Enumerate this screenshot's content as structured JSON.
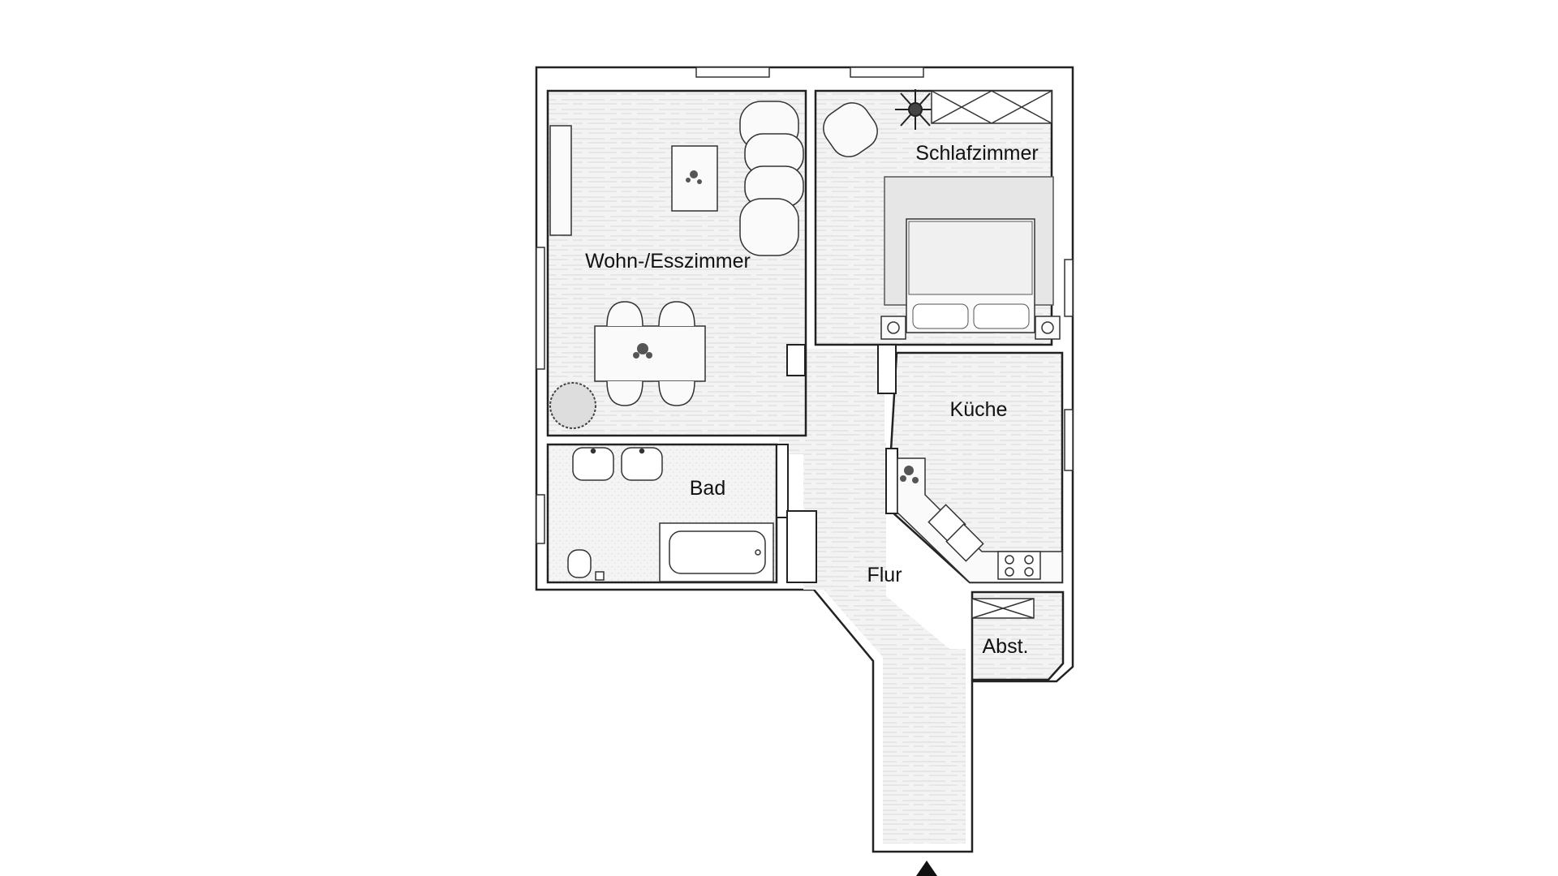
{
  "floorplan": {
    "rooms": {
      "living": "Wohn-/Esszimmer",
      "bedroom": "Schlafzimmer",
      "kitchen": "Küche",
      "bath": "Bad",
      "hall": "Flur",
      "storage": "Abst."
    },
    "entrance_icon": "triangle-up-icon",
    "colors": {
      "wall": "#222222",
      "floor": "#f2f2f2",
      "furniture": "#fafafa",
      "background": "#ffffff"
    }
  }
}
